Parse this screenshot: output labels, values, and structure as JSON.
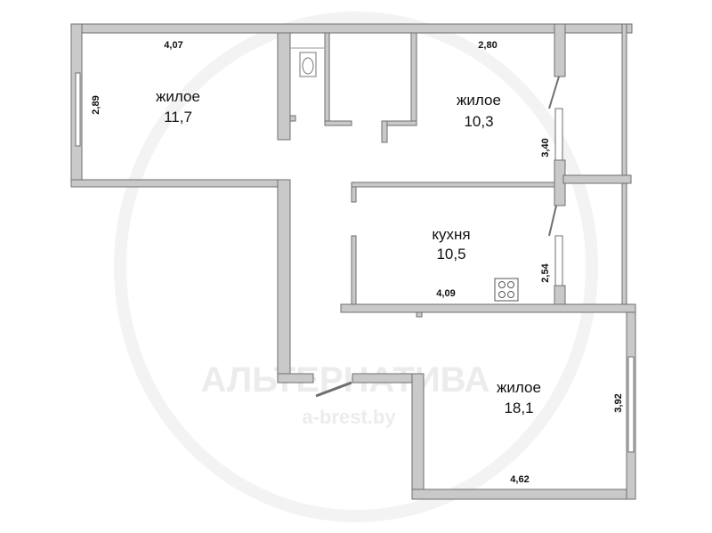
{
  "watermark": {
    "brand": "АЛЬТЕРНАТИВА",
    "site": "a-brest.by"
  },
  "rooms": [
    {
      "name": "жилое",
      "area": "11,7",
      "width": "4,07",
      "depth": "2,89"
    },
    {
      "name": "жилое",
      "area": "10,3",
      "width": "2,80",
      "depth": "3,40"
    },
    {
      "name": "кухня",
      "area": "10,5",
      "width": "4,09",
      "depth": "2,54"
    },
    {
      "name": "жилое",
      "area": "18,1",
      "width": "4,62",
      "depth": "3,92"
    }
  ],
  "colors": {
    "wall": "#c9c9c9",
    "outline": "#6e6e6e"
  }
}
